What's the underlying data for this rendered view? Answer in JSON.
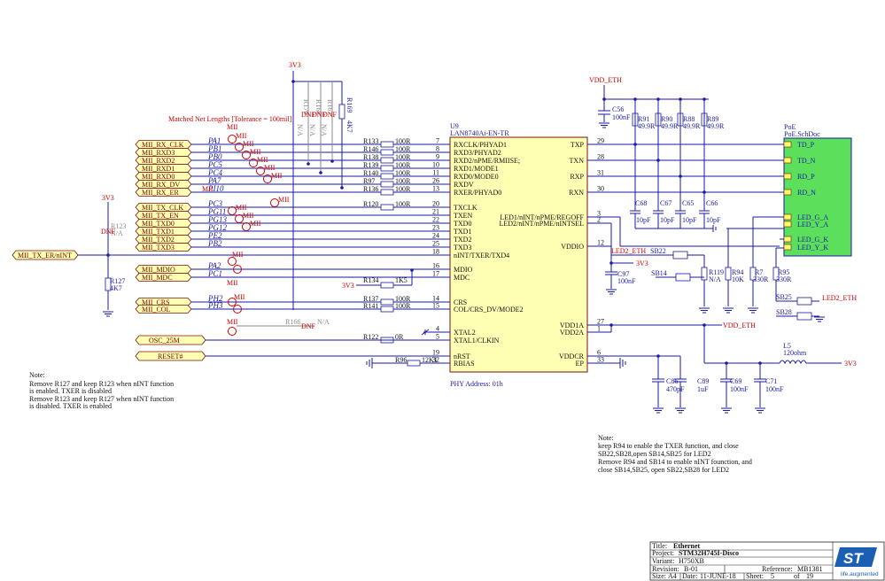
{
  "ic": {
    "ref": "U9",
    "part": "LAN8740Ai-EN-TR",
    "phy_address": "PHY Address: 01h",
    "left_pins": [
      {
        "num": "7",
        "name": "RXCLK/PHYAD1"
      },
      {
        "num": "8",
        "name": "RXD3/PHYAD2"
      },
      {
        "num": "9",
        "name": "RXD2/nPME/RMIISE;"
      },
      {
        "num": "10",
        "name": "RXD1/MODE1"
      },
      {
        "num": "11",
        "name": "RXD0/MODE0"
      },
      {
        "num": "26",
        "name": "RXDV"
      },
      {
        "num": "13",
        "name": "RXER/PHYAD0"
      },
      {
        "num": "20",
        "name": "TXCLK"
      },
      {
        "num": "21",
        "name": "TXEN"
      },
      {
        "num": "22",
        "name": "TXD0"
      },
      {
        "num": "23",
        "name": "TXD1"
      },
      {
        "num": "24",
        "name": "TXD2"
      },
      {
        "num": "25",
        "name": "TXD3"
      },
      {
        "num": "18",
        "name": "nINT/TXER/TXD4"
      },
      {
        "num": "16",
        "name": "MDIO"
      },
      {
        "num": "17",
        "name": "MDC"
      },
      {
        "num": "14",
        "name": "CRS"
      },
      {
        "num": "15",
        "name": "COL/CRS_DV/MODE2"
      },
      {
        "num": "4",
        "name": "XTAL2"
      },
      {
        "num": "5",
        "name": "XTAL1/CLKIN"
      },
      {
        "num": "19",
        "name": "nRST"
      },
      {
        "num": "32",
        "name": "RBIAS"
      }
    ],
    "right_pins": [
      {
        "num": "29",
        "name": "TXP"
      },
      {
        "num": "28",
        "name": "TXN"
      },
      {
        "num": "31",
        "name": "RXP"
      },
      {
        "num": "30",
        "name": "RXN"
      },
      {
        "num": "3",
        "name": "LED1/nINT/nPME/REGOFF"
      },
      {
        "num": "2",
        "name": "LED2/nINT/nPME/nINTSEL"
      },
      {
        "num": "12",
        "name": "VDDIO"
      },
      {
        "num": "27",
        "name": "VDD1A"
      },
      {
        "num": "1",
        "name": "VDD2A"
      },
      {
        "num": "6",
        "name": "VDDCR"
      },
      {
        "num": "33",
        "name": "EP"
      }
    ]
  },
  "series_resistors": [
    {
      "ref": "R133",
      "val": "100R"
    },
    {
      "ref": "R146",
      "val": "100R"
    },
    {
      "ref": "R138",
      "val": "100R"
    },
    {
      "ref": "R139",
      "val": "100R"
    },
    {
      "ref": "R140",
      "val": "100R"
    },
    {
      "ref": "R97",
      "val": "100R"
    },
    {
      "ref": "R136",
      "val": "100R"
    },
    {
      "ref": "R120",
      "val": "100R"
    },
    {
      "ref": "R134",
      "val": "1K5"
    },
    {
      "ref": "R137",
      "val": "100R"
    },
    {
      "ref": "R141",
      "val": "100R"
    },
    {
      "ref": "R122",
      "val": "0R"
    },
    {
      "ref": "R96",
      "val": "12K1"
    }
  ],
  "net_flags": [
    {
      "net": "MII_RX_CLK",
      "port": "PA1"
    },
    {
      "net": "MII_RXD3",
      "port": "PB1"
    },
    {
      "net": "MII_RXD2",
      "port": "PB0"
    },
    {
      "net": "MII_RXD1",
      "port": "PC5"
    },
    {
      "net": "MII_RXD0",
      "port": "PC4"
    },
    {
      "net": "MII_RX_DV",
      "port": "PA7"
    },
    {
      "net": "MII_RX_ER",
      "port": "PI10"
    },
    {
      "net": "MII_TX_CLK",
      "port": "PC3"
    },
    {
      "net": "MII_TX_EN",
      "port": "PG11"
    },
    {
      "net": "MII_TXD0",
      "port": "PG13"
    },
    {
      "net": "MII_TXD1",
      "port": "PG12"
    },
    {
      "net": "MII_TXD2",
      "port": "PE2"
    },
    {
      "net": "MII_TXD3",
      "port": "PB2"
    },
    {
      "net": "MII_MDIO",
      "port": "PA2"
    },
    {
      "net": "MII_MDC",
      "port": "PC1"
    },
    {
      "net": "MII_CRS",
      "port": "PH2"
    },
    {
      "net": "MII_COL",
      "port": "PH3"
    }
  ],
  "other_flags": {
    "tx_er": "MII_TX_ER/nINT",
    "osc": "OSC_25M",
    "reset": "RESET#",
    "led2_eth_top": "LED2_ETH",
    "led2_eth_right": "LED2_ETH"
  },
  "labels": {
    "mii": "MII",
    "dnf": "DNF",
    "na": "N/A",
    "v33": "3V3",
    "vdd_eth": "VDD_ETH",
    "matched_note": "Matched Net Lengths [Tolerance = 100mil]",
    "r169": "R169",
    "r169_val": "4K7",
    "r170": "R170",
    "r168": "R168",
    "r167": "R167",
    "r123": "R123",
    "r127": "R127",
    "r127_val": "4K7",
    "r166": "R166"
  },
  "termination": [
    {
      "ref": "R91",
      "val": "49.9R"
    },
    {
      "ref": "R90",
      "val": "49.9R"
    },
    {
      "ref": "R88",
      "val": "49.9R"
    },
    {
      "ref": "R89",
      "val": "49.9R"
    }
  ],
  "caps": {
    "c56": {
      "ref": "C56",
      "val": "100nF"
    },
    "c68": {
      "ref": "C68",
      "val": "10pF"
    },
    "c67": {
      "ref": "C67",
      "val": "10pF"
    },
    "c65": {
      "ref": "C65",
      "val": "10pF"
    },
    "c66": {
      "ref": "C66",
      "val": "10pF"
    },
    "c97": {
      "ref": "C97",
      "val": "100nF"
    },
    "c86": {
      "ref": "C86",
      "val": "470pF"
    },
    "c89": {
      "ref": "C89",
      "val": "1uF"
    },
    "c69": {
      "ref": "C69",
      "val": "100nF"
    },
    "c71": {
      "ref": "C71",
      "val": "100nF"
    }
  },
  "led_section": {
    "sb22": "SB22",
    "sb14": "SB14",
    "sb25": "SB25",
    "sb28": "SB28",
    "r119": "R119",
    "r119_val": "N/A",
    "r94": "R94",
    "r94_val": "10K",
    "r7": "R7",
    "r7_val": "330R",
    "r95": "R95",
    "r95_val": "330R",
    "l5": "L5",
    "l5_val": "120ohm"
  },
  "poe": {
    "title": "PoE",
    "doc": "PoE.SchDoc",
    "ports": [
      "TD_P",
      "TD_N",
      "RD_P",
      "RD_N",
      "LED_G_A",
      "LED_Y_A",
      "LED_G_K",
      "LED_Y_K"
    ]
  },
  "note_left": [
    "Note:",
    "Remove R127 and keep R123 when nINT function",
    "is enabled. TXER  is disabled",
    "Remove R123 and keep R127  when nINT function",
    "is disabled. TXER is enabled"
  ],
  "note_right": [
    "Note:",
    "keep R94 to enable the TXER function, and close",
    "SB22,SB28,open SB14,SB25 for LED2",
    " Remove R94 and SB14 to enable nINT founction, and",
    "close SB14,SB25, open SB22,SB28 for LED2"
  ],
  "title_block": {
    "title_label": "Title:",
    "title": "Ethernet",
    "project_label": "Project:",
    "project": "STM32H745I-Disco",
    "variant_label": "Variant:",
    "variant": "H750XB",
    "revision_label": "Revision:",
    "revision": "B-01",
    "reference_label": "Reference:",
    "reference": "MB1381",
    "size_label": "Size:",
    "size": "A4",
    "date_label": "Date:",
    "date": "11-JUNE-18",
    "sheet_label": "Sheet:",
    "sheet": "5",
    "of_label": "of",
    "sheets": "19",
    "logo": "ST",
    "tagline": "life.augmented"
  }
}
